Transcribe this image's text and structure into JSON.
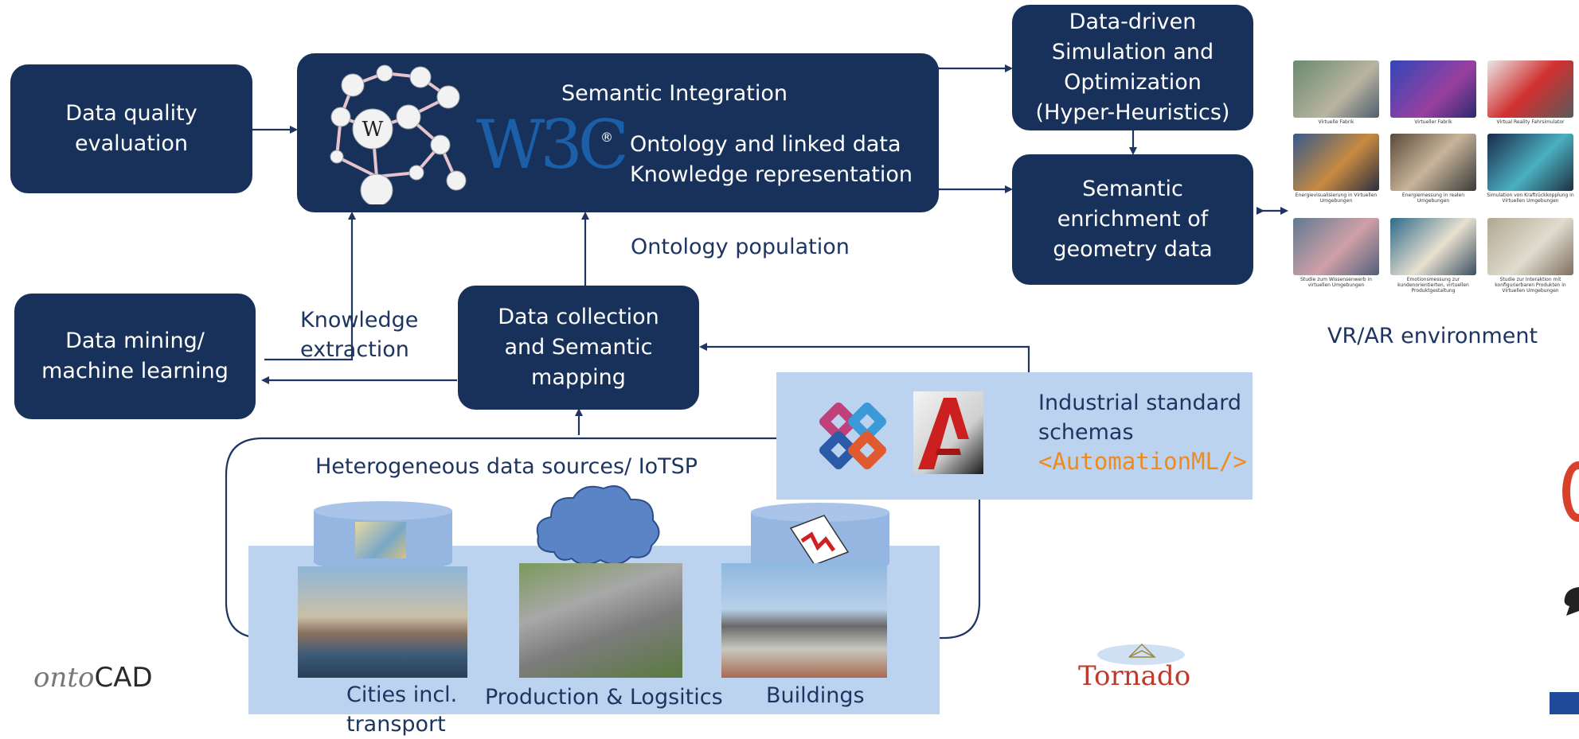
{
  "boxes": {
    "data_quality": [
      "Data quality",
      "evaluation"
    ],
    "semantic_title": "Semantic Integration",
    "semantic_lines": [
      "Ontology and linked data",
      "Knowledge representation"
    ],
    "w3c_logo": "W3C",
    "w3c_reg": "®",
    "sim": [
      "Data-driven",
      "Simulation and",
      "Optimization",
      "(Hyper-Heuristics)"
    ],
    "enrich": [
      "Semantic",
      "enrichment of",
      "geometry data"
    ],
    "mining": [
      "Data mining/",
      "machine learning"
    ],
    "collection": [
      "Data collection",
      "and Semantic",
      "mapping"
    ]
  },
  "labels": {
    "ontology_population": "Ontology population",
    "knowledge_extraction": [
      "Knowledge",
      "extraction"
    ],
    "vrar": "VR/AR environment",
    "hetero": "Heterogeneous data sources/ IoTSP",
    "industrial": [
      "Industrial standard",
      "schemas"
    ],
    "automationml": "<AutomationML/>",
    "cities": [
      "Cities incl.",
      "transport"
    ],
    "production": "Production & Logsitics",
    "buildings": "Buildings",
    "ontocad_a": "onto",
    "ontocad_b": "CAD",
    "tornado": "Tornado"
  },
  "colors": {
    "box": "#17315a",
    "light_panel": "#bcd3ef",
    "cylinder": "#94b6e0",
    "accent_orange": "#f08a1c",
    "tornado_red": "#c0392b"
  },
  "vr_captions": [
    "Virtuelle Fabrik",
    "Virtueller Fabrik",
    "Virtual Reality Fahrsimulator",
    "Energievisualisierung in Virtuellen Umgebungen",
    "Energiemessung in realen Umgebungen",
    "Simulation von Kraftrückkopplung in Virtuellen Umgebungen",
    "Studie zum Wissensenwerb in virtuellen Umgebungen",
    "Emotionsmessung zur kundenorientierten, virtuellen Produktgestaltung",
    "Studie zur Interaktion mit konfigurierbaren Produkten in Virtuellen Umgebungen"
  ]
}
